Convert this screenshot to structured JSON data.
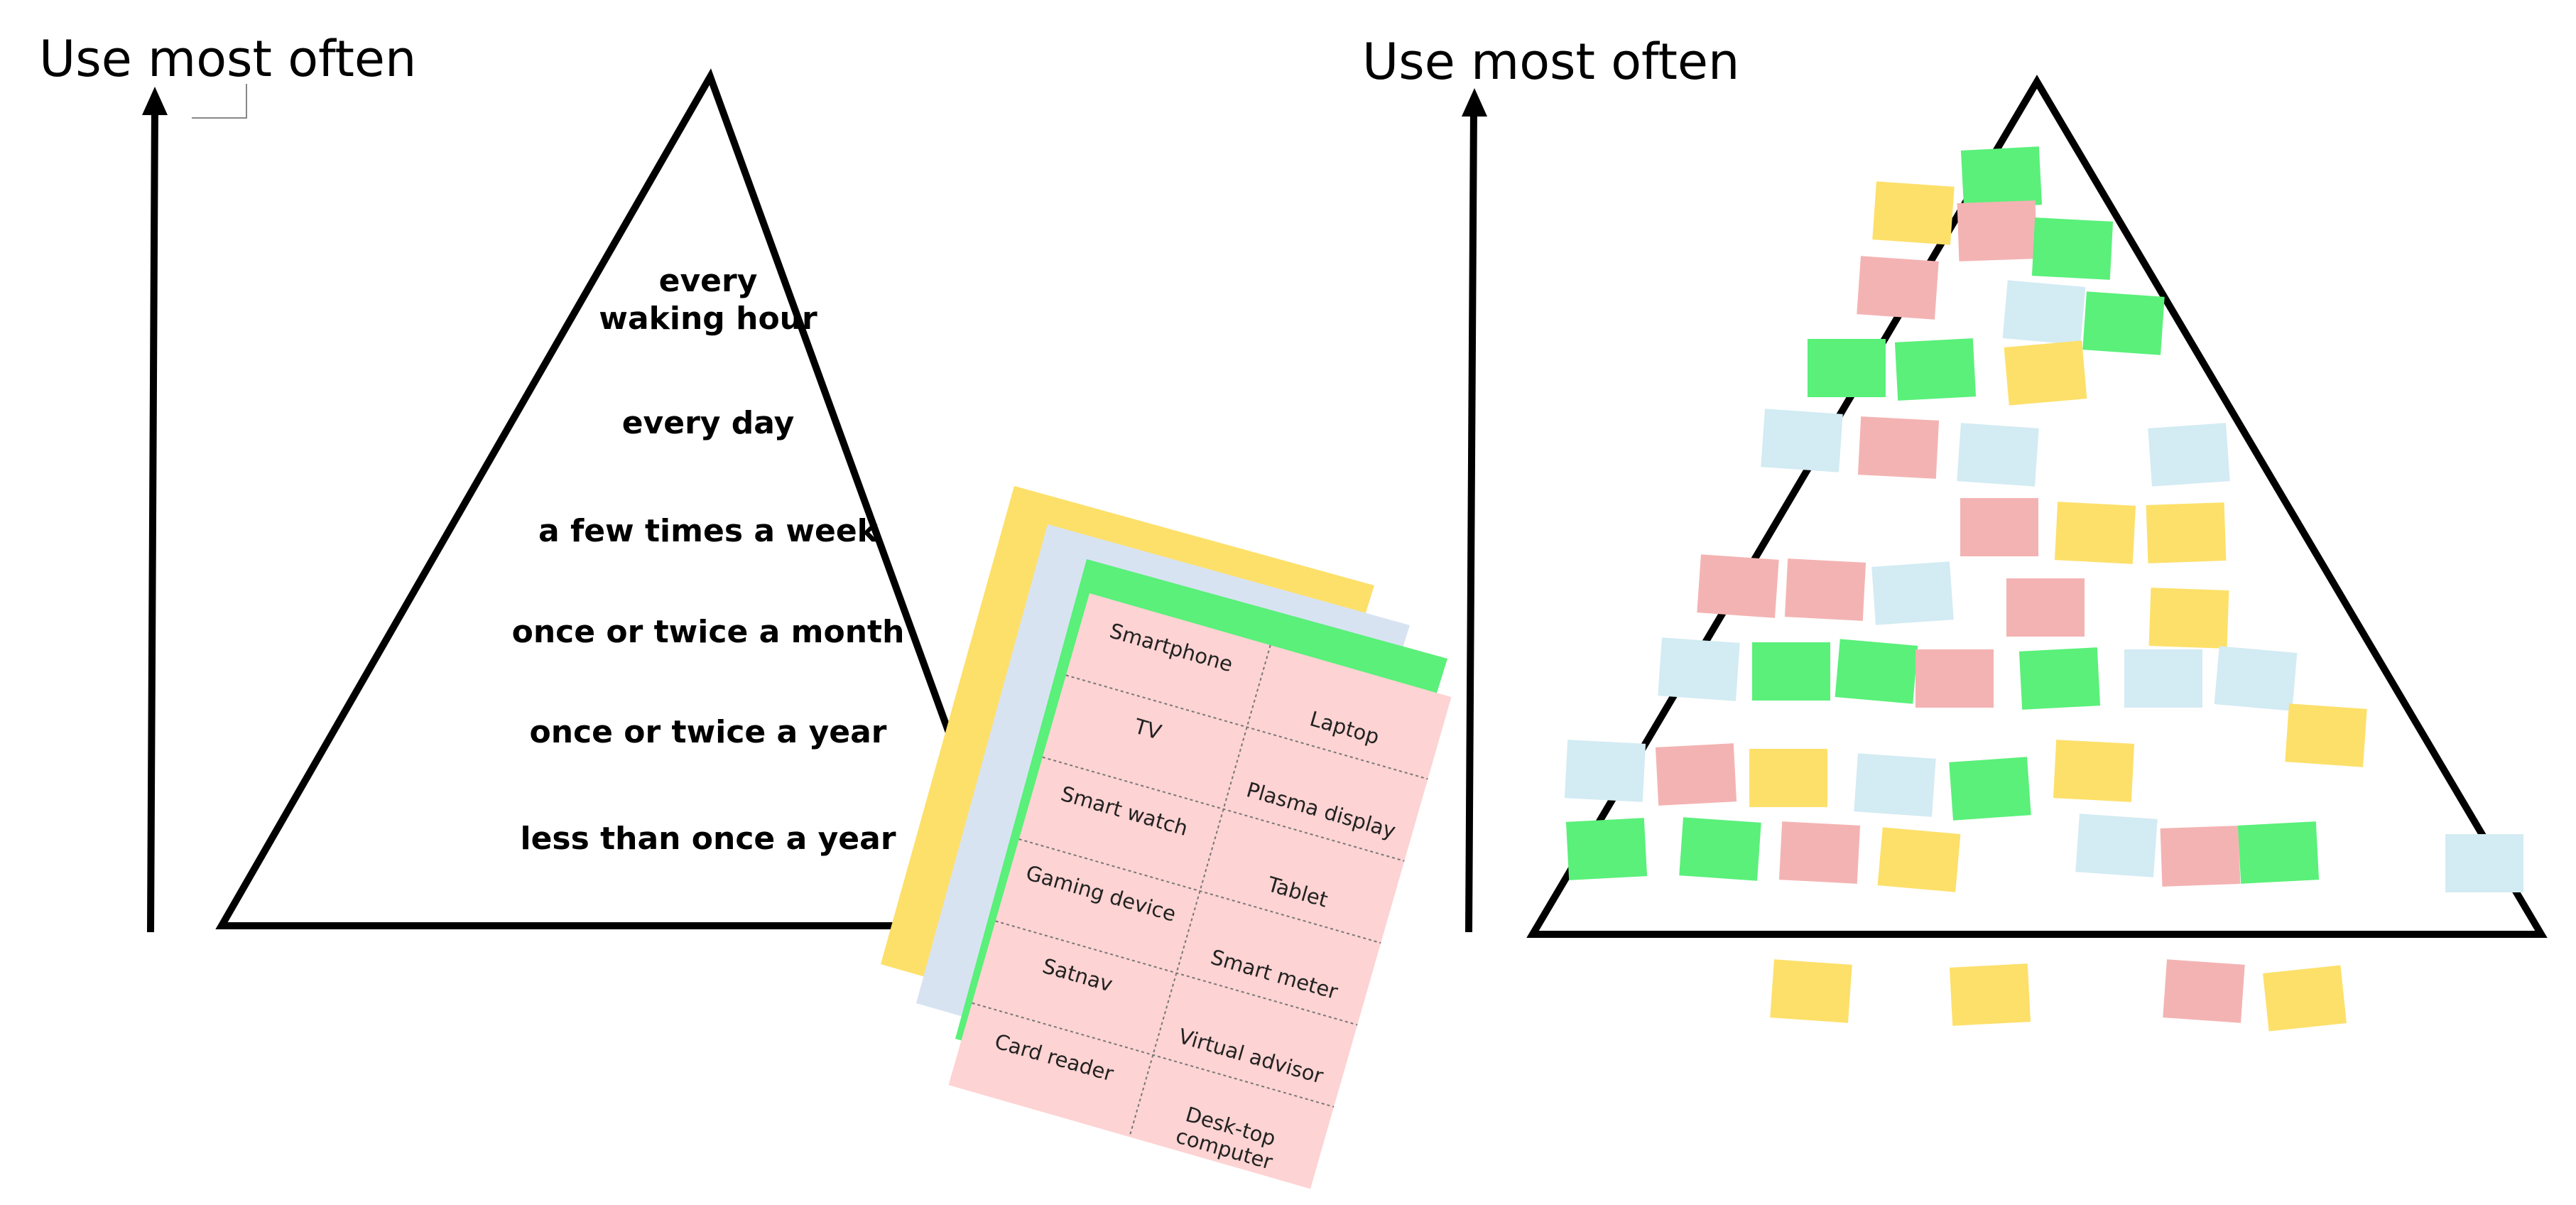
{
  "left_panel": {
    "axis_title": "Use most often",
    "levels": [
      {
        "text": "every\nwaking hour"
      },
      {
        "text": "every day"
      },
      {
        "text": "a few times a week"
      },
      {
        "text": "once or twice a month"
      },
      {
        "text": "once or twice a year"
      },
      {
        "text": "less than once a year"
      }
    ],
    "card_colors": [
      "#fde06a",
      "#d8e3f2",
      "#5af07a",
      "#fdd3d3"
    ],
    "cards": {
      "left": [
        "Smartphone",
        "TV",
        "Smart watch",
        "Gaming device",
        "Satnav",
        "Card reader"
      ],
      "right": [
        "Laptop",
        "Plasma display",
        "Tablet",
        "Smart meter",
        "Virtual advisor",
        "Desk-top\ncomputer"
      ]
    }
  },
  "right_panel": {
    "axis_title": "Use most often",
    "note_colors": {
      "yellow": "#fde06a",
      "green": "#5af07a",
      "pink": "#f4b3b3",
      "blue": "#d3ebf3"
    }
  }
}
